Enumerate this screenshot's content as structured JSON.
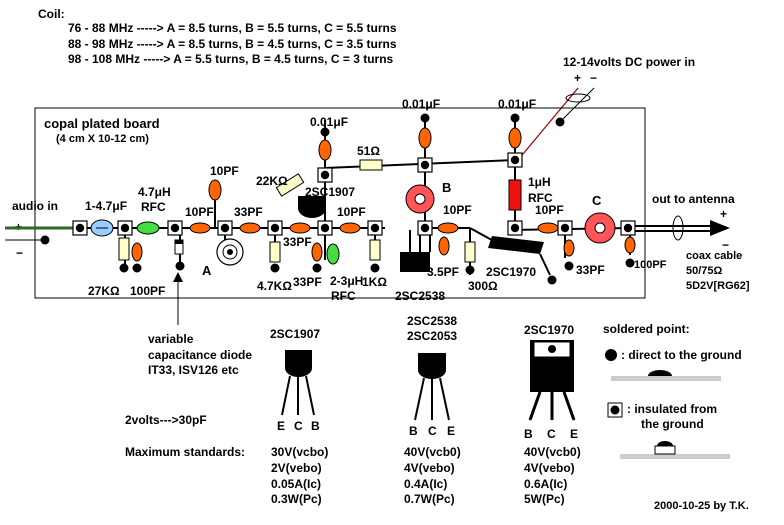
{
  "coil": {
    "title": "Coil:",
    "lines": [
      "76 - 88 MHz -----> A = 8.5 turns, B = 5.5 turns, C = 5.5 turns",
      "88 - 98 MHz -----> A = 8.5 turns, B = 4.5 turns, C = 3.5 turns",
      "98 - 108 MHz -----> A = 5.5 turns, B = 4.5 turns, C = 3 turns"
    ]
  },
  "power": {
    "label": "12-14volts DC power in",
    "plus": "+",
    "minus": "−"
  },
  "board": {
    "title": "copal plated board",
    "size": "(4 cm X 10-12 cm)"
  },
  "audio": {
    "label": "audio in",
    "plus": "+",
    "minus": "−"
  },
  "output": {
    "label": "out to antenna",
    "plus": "+",
    "minus": "−"
  },
  "coax": {
    "lines": [
      "coax cable",
      "50/75Ω",
      "5D2V[RG62]"
    ]
  },
  "components": {
    "cap_in": "1-4.7μF",
    "rfc1_value": "4.7μH",
    "rfc1_label": "RFC",
    "r27k": "27KΩ",
    "c100_left": "100PF",
    "c10_a": "10PF",
    "c10_b": "10PF",
    "c33_a": "33PF",
    "coil_a": "A",
    "r22k": "22KΩ",
    "c001_a": "0.01μF",
    "r51": "51Ω",
    "c001_b": "0.01μF",
    "c001_c": "0.01μF",
    "q1": "2SC1907",
    "c10_c": "10PF",
    "c33_b": "33PF",
    "r4k7": "4.7KΩ",
    "c33_c": "33PF",
    "rfc2_value": "2-3μH",
    "rfc2_label": "RFC",
    "r1k": "1KΩ",
    "coil_b": "B",
    "c10_d": "10PF",
    "c3_5": "3.5PF",
    "q2": "2SC2538",
    "r300": "300Ω",
    "rfc3_value": "1μH",
    "rfc3_label": "RFC",
    "q3": "2SC1970",
    "c10_e": "10PF",
    "coil_c": "C",
    "c33_d": "33PF",
    "c100_right": "100PF"
  },
  "varicap": {
    "lines": [
      "variable",
      "capacitance diode",
      "IT33, ISV126 etc"
    ],
    "note": "2volts--->30pF"
  },
  "transistors": [
    {
      "names": [
        "2SC1907"
      ],
      "pins": [
        "E",
        "C",
        "B"
      ],
      "specs": [
        "30V(vcbo)",
        "2V(vebo)",
        "0.05A(Ic)",
        "0.3W(Pc)"
      ]
    },
    {
      "names": [
        "2SC2538",
        "2SC2053"
      ],
      "pins": [
        "B",
        "C",
        "E"
      ],
      "specs": [
        "40V(vcb0)",
        "4V(vebo)",
        "0.4A(Ic)",
        "0.7W(Pc)"
      ]
    },
    {
      "names": [
        "2SC1970"
      ],
      "pins": [
        "B",
        "C",
        "E"
      ],
      "specs": [
        "40V(vcb0)",
        "4V(vebo)",
        "0.6A(Ic)",
        "5W(Pc)"
      ]
    }
  ],
  "max_label": "Maximum standards:",
  "legend": {
    "title": "soldered point:",
    "direct": ": direct to the ground",
    "insulated_1": ": insulated from",
    "insulated_2": "the ground"
  },
  "credit": "2000-10-25 by T.K."
}
